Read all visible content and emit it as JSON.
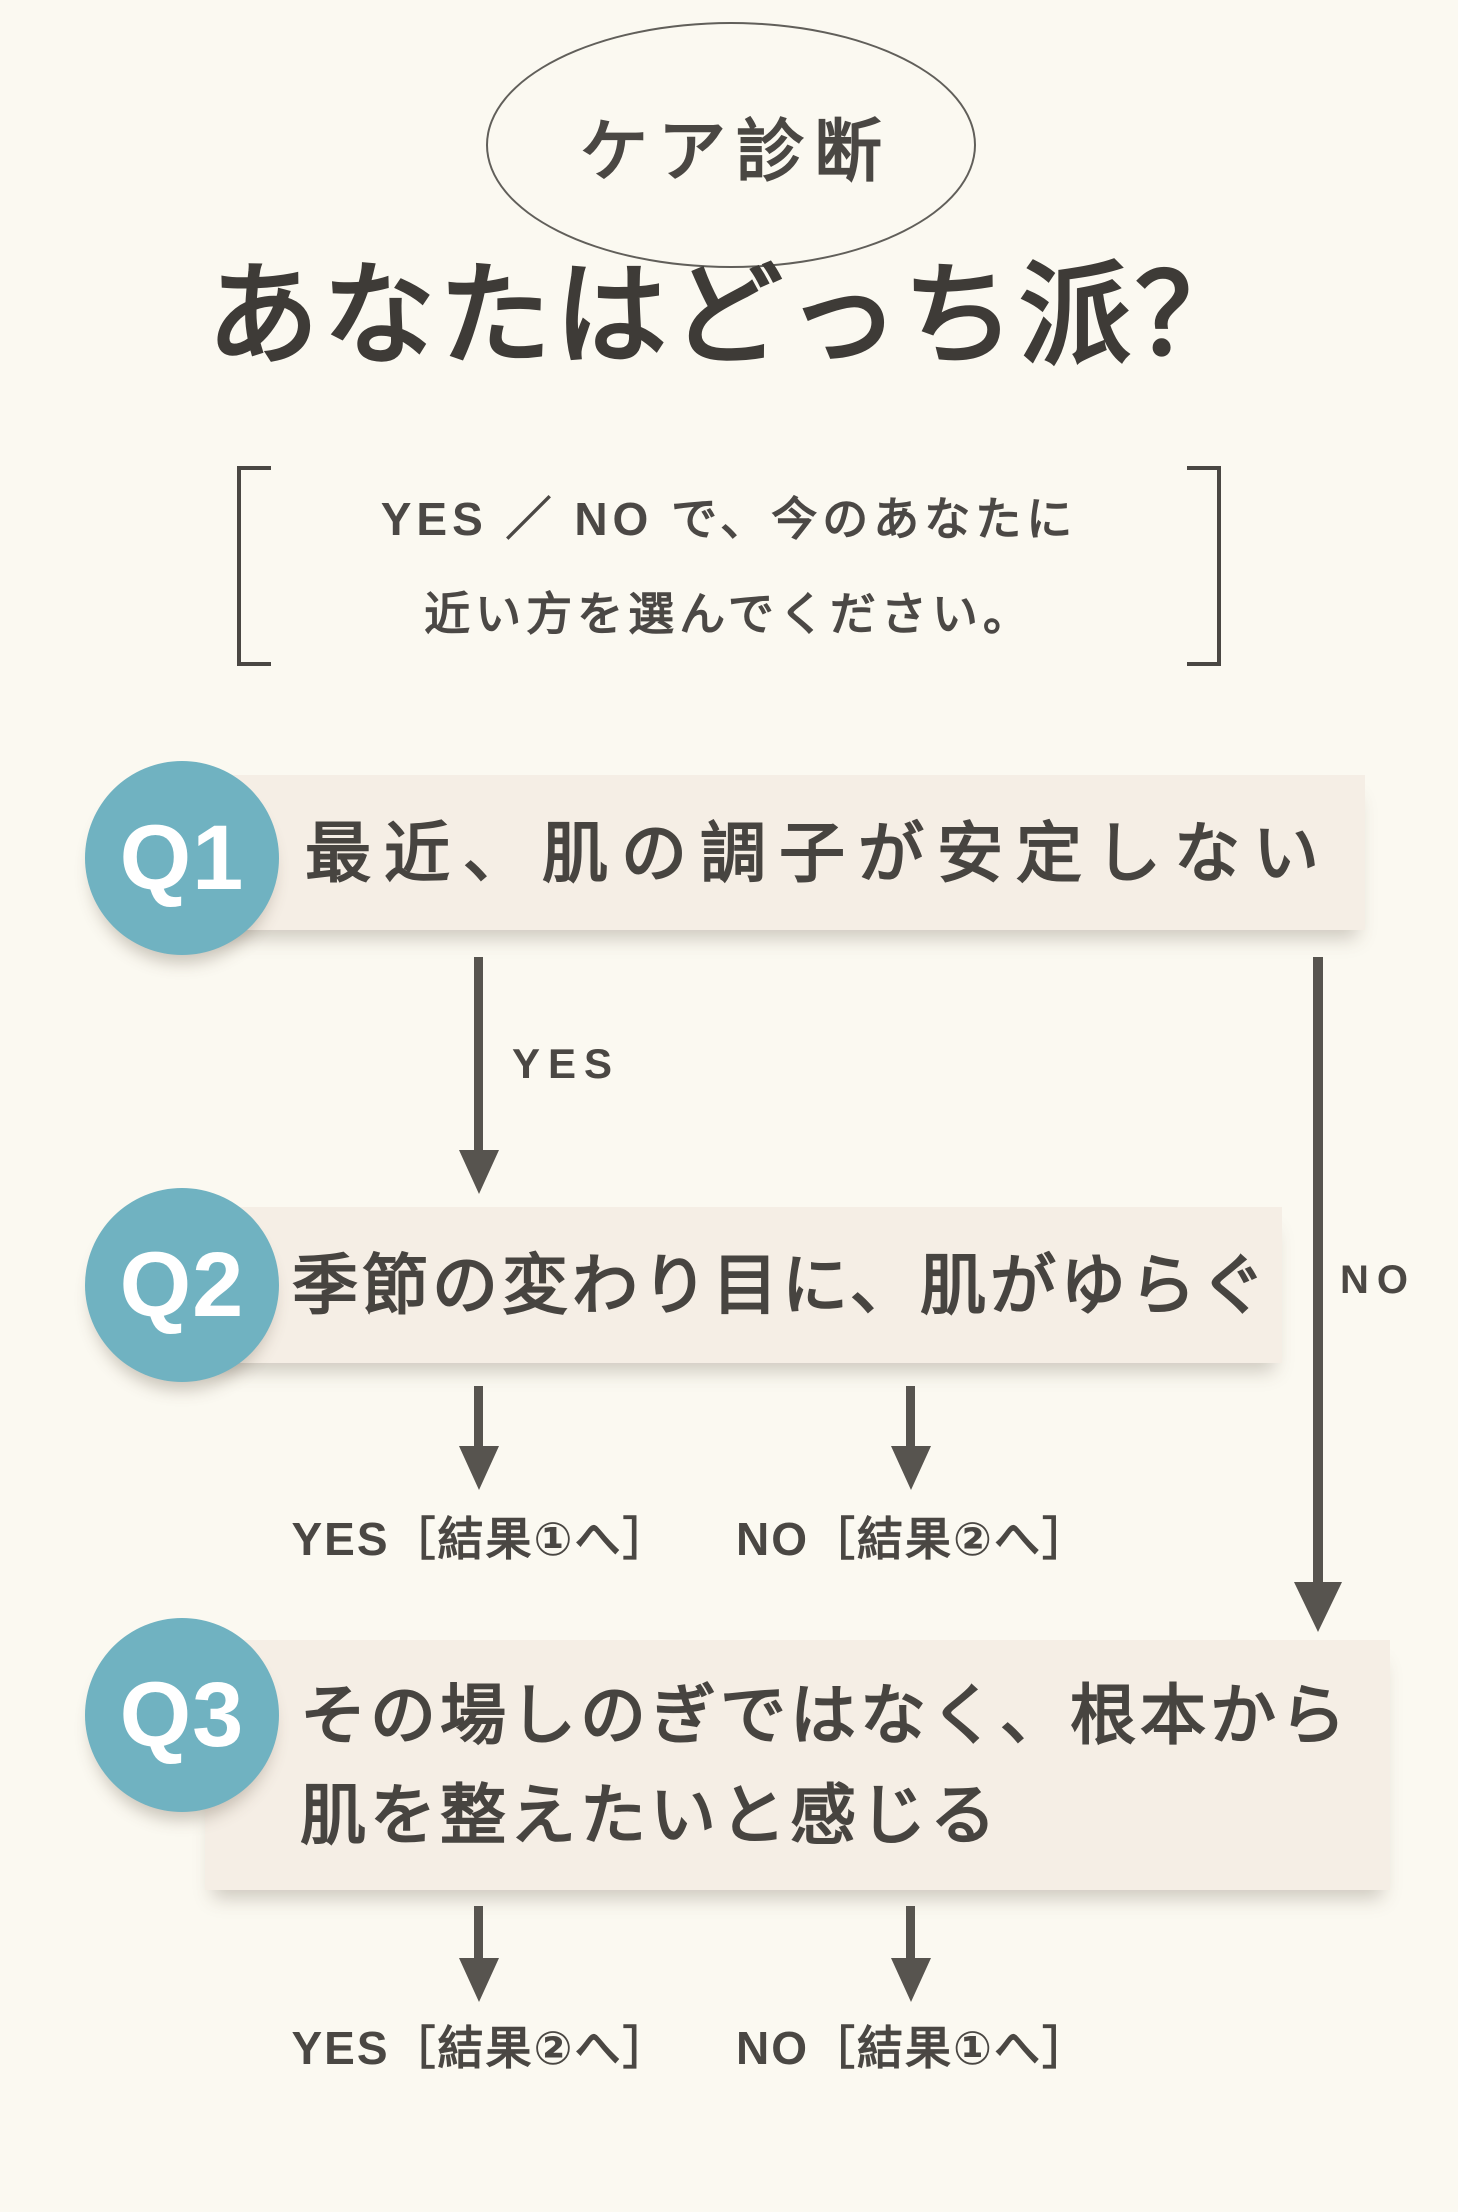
{
  "badge": {
    "label": "ケア診断"
  },
  "title": "あなたはどっち派？",
  "instruction": {
    "line1": "YES ／ NO で、今のあなたに",
    "line2": "近い方を選んでください。"
  },
  "questions": [
    {
      "id": "Q1",
      "text": "最近、肌の調子が安定しない"
    },
    {
      "id": "Q2",
      "text": "季節の変わり目に、肌がゆらぐ"
    },
    {
      "id": "Q3",
      "text_line1": "その場しのぎではなく、根本から",
      "text_line2": "肌を整えたいと感じる"
    }
  ],
  "branches": {
    "q1_yes": "YES",
    "q1_no": "NO",
    "q2_yes_result": "YES［結果①へ］",
    "q2_no_result": "NO［結果②へ］",
    "q3_yes_result": "YES［結果②へ］",
    "q3_no_result": "NO［結果①へ］"
  },
  "colors": {
    "background": "#fbf9f1",
    "question_box": "#f5eee5",
    "accent_teal": "#70b2c1",
    "text_dark": "#3e3b37",
    "arrow_gray": "#57544f"
  }
}
